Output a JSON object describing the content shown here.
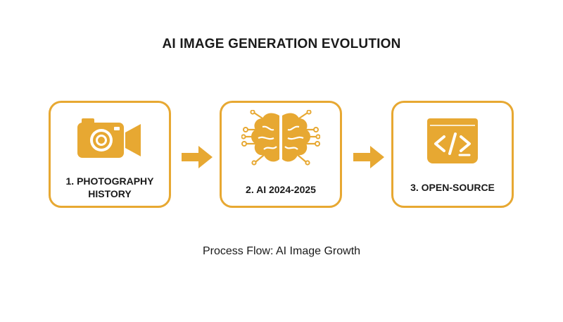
{
  "title": "AI IMAGE GENERATION EVOLUTION",
  "accent_color": "#e7a832",
  "steps": [
    {
      "label_line1": "1. PHOTOGRAPHY",
      "label_line2": "HISTORY",
      "icon": "camera-icon"
    },
    {
      "label": "2. AI 2024-2025",
      "icon": "brain-circuit-icon"
    },
    {
      "label": "3. OPEN-SOURCE",
      "icon": "code-icon"
    }
  ],
  "arrows": [
    "arrow-right-icon",
    "arrow-right-icon"
  ],
  "caption": "Process Flow: AI Image Growth"
}
